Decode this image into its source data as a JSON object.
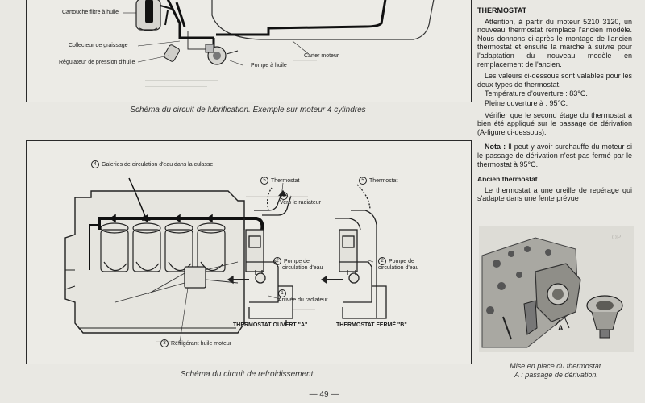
{
  "lubrication": {
    "labels": {
      "filter_cartridge": "Cartouche filtre à huile",
      "collector": "Collecteur de graissage",
      "pressure_regulator": "Régulateur de pression d'huile",
      "oil_pump": "Pompe à huile",
      "crankcase": "Carter moteur"
    },
    "caption": "Schéma du circuit de lubrification. Exemple sur moteur 4 cylindres"
  },
  "cooling": {
    "labels": {
      "galleries": "Galeries de circulation d'eau dans la culasse",
      "galleries_num": "4",
      "thermostat_a": "Thermostat",
      "thermostat_a_num": "5",
      "to_radiator": "Vers le radiateur",
      "to_radiator_num": "6",
      "pump_a_1": "Pompe de",
      "pump_a_2": "circulation d'eau",
      "pump_a_num": "2",
      "from_radiator": "Arrivée du radiateur",
      "from_radiator_num": "1",
      "oil_cooler": "Réfrigérant huile moteur",
      "oil_cooler_num": "3",
      "thermostat_b": "Thermostat",
      "thermostat_b_num": "5",
      "pump_b_1": "Pompe de",
      "pump_b_2": "circulation d'eau",
      "pump_b_num": "2",
      "open": "THERMOSTAT OUVERT \"A\"",
      "closed": "THERMOSTAT FERMÉ \"B\""
    },
    "caption": "Schéma du circuit de refroidissement."
  },
  "text": {
    "heading": "THERMOSTAT",
    "p1": "Attention, à partir du moteur 5210 3120, un nouveau thermostat remplace l'ancien modèle. Nous donnons ci-après le montage de l'ancien thermostat et ensuite la marche à suivre pour l'adaptation du nouveau modèle en remplacement de l'ancien.",
    "p2": "Les valeurs ci-dessous sont valables pour les deux types de thermostat.",
    "temp_open": "Température d'ouverture : 83°C.",
    "full_open": "Pleine ouverture à : 95°C.",
    "p3": "Vérifier que le second étage du thermostat a bien été appliqué sur le passage de dérivation (A-figure ci-dessous).",
    "note_label": "Nota :",
    "note": " Il peut y avoir surchauffe du moteur si le passage de dérivation n'est pas fermé par le thermostat à 95°C.",
    "old_heading": "Ancien thermostat",
    "p4": "Le thermostat a une oreille de repérage qui s'adapte dans une fente prévue",
    "photo_label": "A",
    "photo_ghost": "TOP",
    "photo_caption_1": "Mise en place du thermostat.",
    "photo_caption_2": "A : passage de dérivation."
  },
  "page_number": "— 49 —"
}
